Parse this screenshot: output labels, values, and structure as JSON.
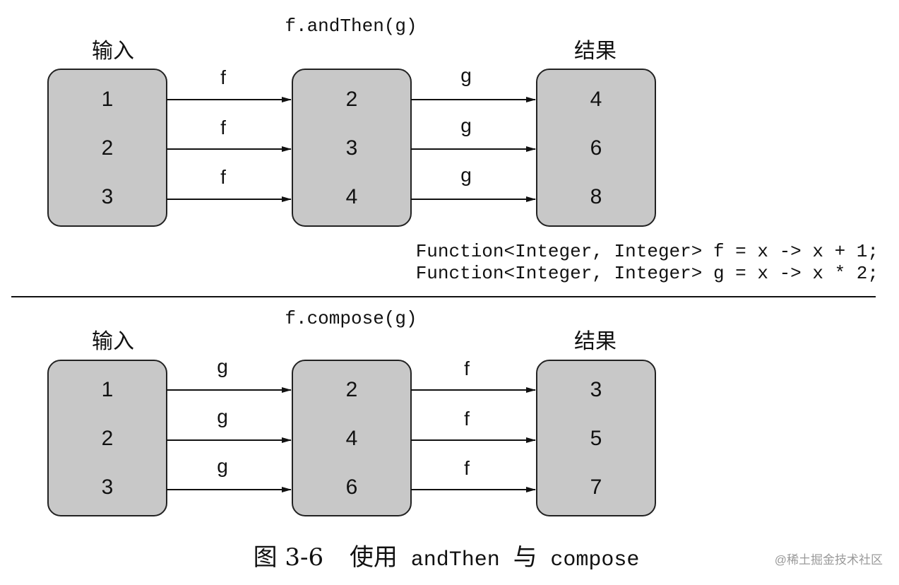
{
  "sections": [
    {
      "id": "andthen",
      "method_label": "f.andThen(g)",
      "input_label": "输入",
      "result_label": "结果",
      "input_values": [
        "1",
        "2",
        "3"
      ],
      "middle_values": [
        "2",
        "3",
        "4"
      ],
      "result_values": [
        "4",
        "6",
        "8"
      ],
      "first_arrow_labels": [
        "f",
        "f",
        "f"
      ],
      "second_arrow_labels": [
        "g",
        "g",
        "g"
      ],
      "code_lines": [
        "Function<Integer, Integer> f = x -> x + 1;",
        "Function<Integer, Integer> g = x -> x * 2;"
      ]
    },
    {
      "id": "compose",
      "method_label": "f.compose(g)",
      "input_label": "输入",
      "result_label": "结果",
      "input_values": [
        "1",
        "2",
        "3"
      ],
      "middle_values": [
        "2",
        "4",
        "6"
      ],
      "result_values": [
        "3",
        "5",
        "7"
      ],
      "first_arrow_labels": [
        "g",
        "g",
        "g"
      ],
      "second_arrow_labels": [
        "f",
        "f",
        "f"
      ]
    }
  ],
  "caption": {
    "figure_number": "图 3-6",
    "prefix": "使用",
    "term1": "andThen",
    "conjunction": "与",
    "term2": "compose"
  },
  "watermark": "@稀土掘金技术社区"
}
